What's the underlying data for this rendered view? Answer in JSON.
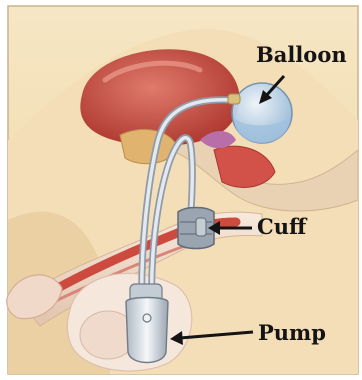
{
  "labels": {
    "balloon": "Balloon",
    "cuff": "Cuff",
    "pump": "Pump"
  },
  "colors": {
    "background": "#ffffff",
    "skin_tan": "#f0d8a6",
    "tissue_red": "#c8443a",
    "device_silver": "#cfd6de",
    "reservoir_blue": "#b9d3ea",
    "label_text": "#141414"
  }
}
